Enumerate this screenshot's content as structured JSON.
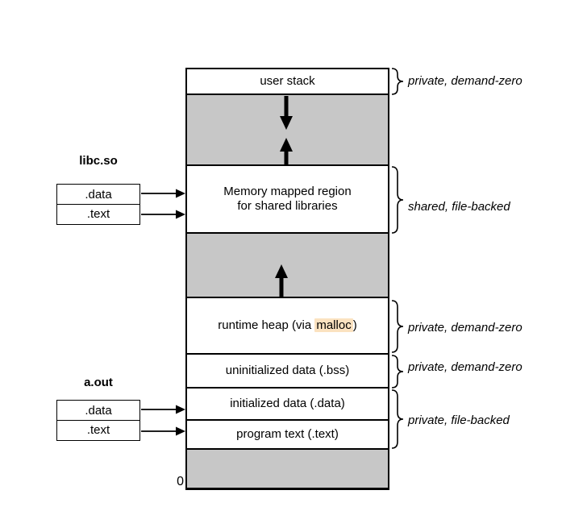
{
  "regions": {
    "user_stack": "user stack",
    "mmap": "Memory mapped region for shared libraries",
    "heap_prefix": "runtime heap (via ",
    "heap_highlight": "malloc",
    "heap_suffix": ")",
    "bss": "uninitialized data (.bss)",
    "data": "initialized data (.data)",
    "text": "program text (.text)"
  },
  "annotations": {
    "stack": "private, demand-zero",
    "mmap": "shared, file-backed",
    "heap": "private, demand-zero",
    "bss": "private, demand-zero",
    "data_text": "private, file-backed"
  },
  "object_files": {
    "libc": {
      "title": "libc.so",
      "sections": [
        {
          "label": ".data"
        },
        {
          "label": ".text"
        }
      ]
    },
    "aout": {
      "title": "a.out",
      "sections": [
        {
          "label": ".data"
        },
        {
          "label": ".text"
        }
      ]
    }
  },
  "axis": {
    "origin_label": "0"
  },
  "colors": {
    "gap_fill": "#c7c7c7",
    "malloc_highlight": "#fbe2c0"
  },
  "icons": {
    "stack_growth": "down-arrow",
    "heap_growth": "up-arrow",
    "section_pointer": "right-arrow",
    "annotation_bracket": "curly-brace"
  }
}
